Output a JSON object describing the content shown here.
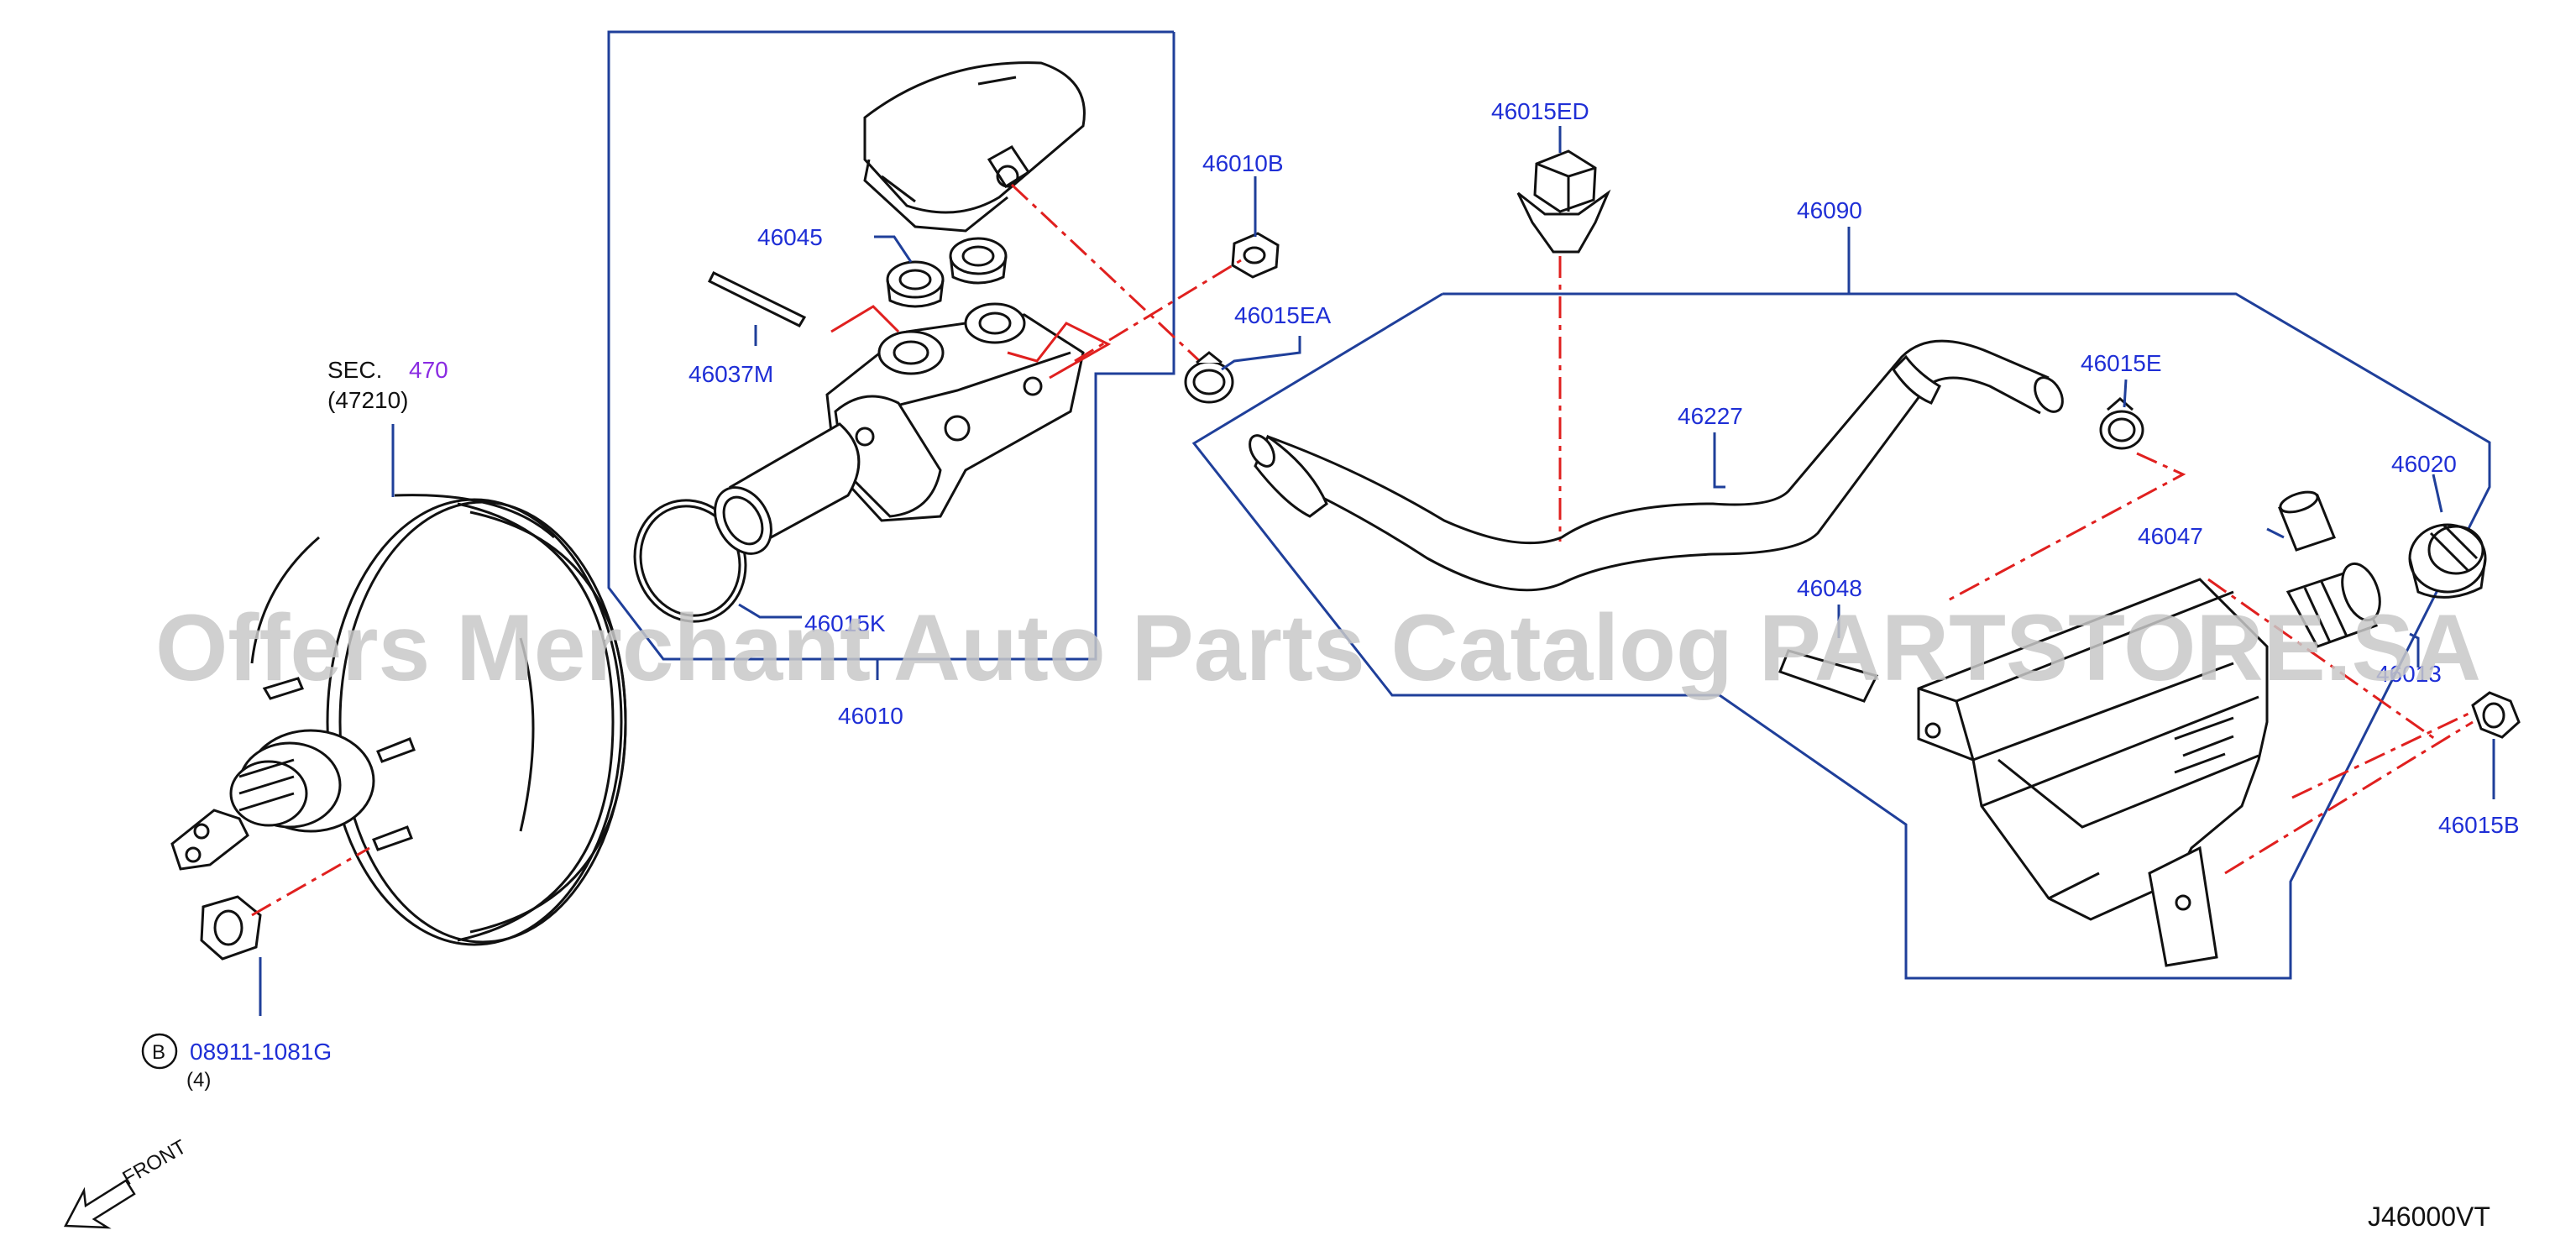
{
  "diagram": {
    "watermark": "Offers Merchant Auto Parts Catalog PARTSTORE.SA",
    "reference_code": "J46000VT",
    "front_label": "FRONT",
    "sec_prefix": "SEC.",
    "sec_number": "470",
    "sec_subnumber": "(47210)",
    "bolt_marker": "B",
    "bolt_part": "08911-1081G",
    "bolt_qty": "(4)",
    "colors": {
      "callout_text": "#1f2fd6",
      "callout_lines": "#1f3f9a",
      "assembly_lines": "#e0201f",
      "sec_number": "#8a2be2"
    },
    "part_labels": {
      "p46010": "46010",
      "p46010B": "46010B",
      "p46015EA": "46015EA",
      "p46015ED": "46015ED",
      "p46090": "46090",
      "p46045": "46045",
      "p46037M": "46037M",
      "p46015K": "46015K",
      "p46227": "46227",
      "p46015E": "46015E",
      "p46020": "46020",
      "p46047": "46047",
      "p46048": "46048",
      "p46013": "46013",
      "p46015B": "46015B"
    }
  }
}
